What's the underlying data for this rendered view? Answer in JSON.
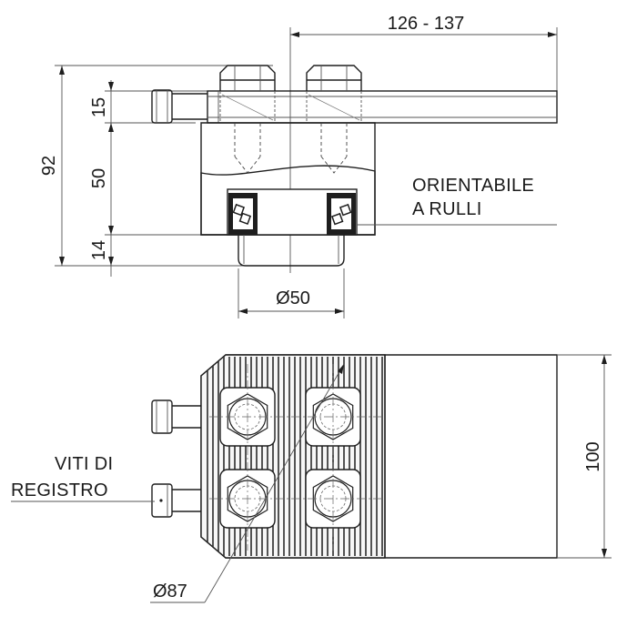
{
  "dimensions": {
    "adjust_range": "126 - 137",
    "total_height": "92",
    "top_height": "15",
    "body_height": "50",
    "bottom_height": "14",
    "shaft_diameter": "Ø50",
    "width": "100",
    "roll_diameter": "Ø87"
  },
  "labels": {
    "bearing_line1": "ORIENTABILE",
    "bearing_line2": "A RULLI",
    "screws_line1": "VITI DI",
    "screws_line2": "REGISTRO"
  },
  "colors": {
    "line": "#1e1e1e",
    "hatch": "#2b2b2b",
    "body_fill": "#eeeeee",
    "roller_fill": "#f4f4f4"
  }
}
